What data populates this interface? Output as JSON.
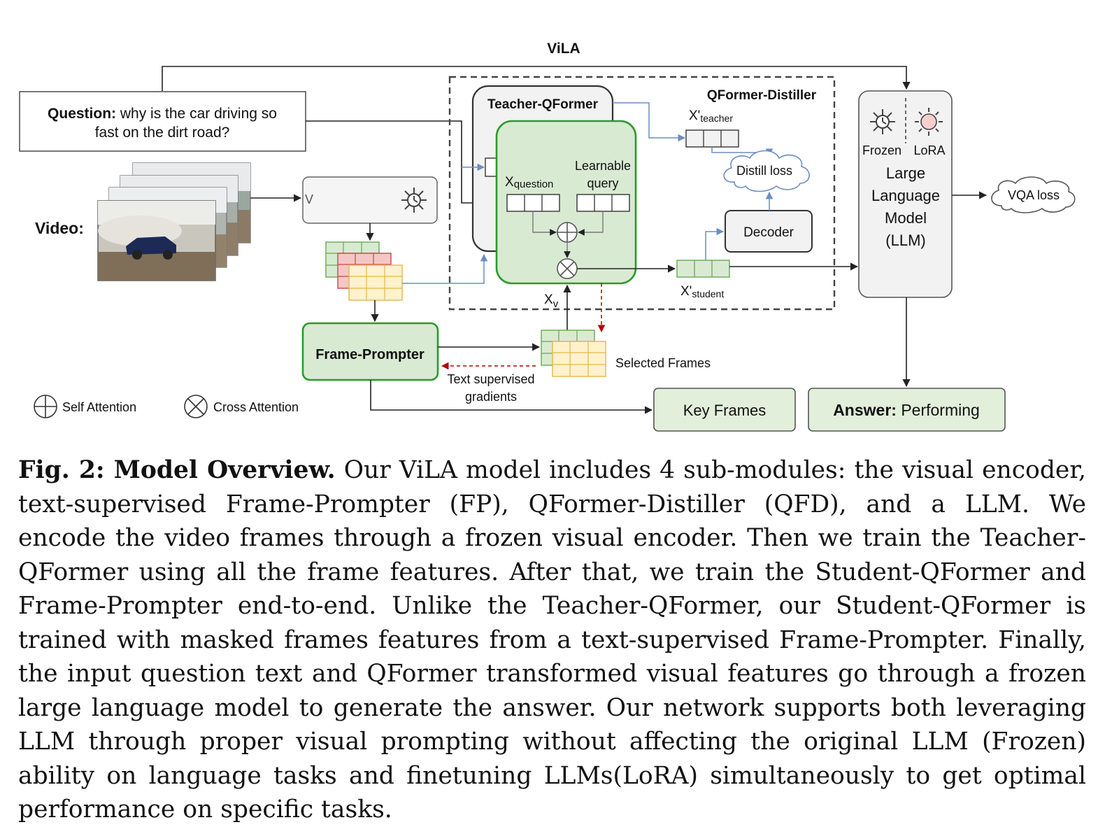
{
  "figure": {
    "vila_label": "ViLA",
    "question_prefix": "Question:",
    "question_line1": " why is the car driving so",
    "question_line2": "fast on the dirt road?",
    "video_label": "Video:",
    "encoder_v_label": "V",
    "teacher_qformer_label": "Teacher-QFormer",
    "qformer_distiller_label": "QFormer-Distiller",
    "x_question_main": "X",
    "x_question_sub": "question",
    "learnable_query_line1": "Learnable",
    "learnable_query_line2": "query",
    "x_teacher_main": "X'",
    "x_teacher_sub": "teacher",
    "distill_loss_label": "Distill loss",
    "decoder_label": "Decoder",
    "x_student_main": "X'",
    "x_student_sub": "student",
    "xv_main": "X",
    "xv_sub": "v",
    "frozen_label": "Frozen",
    "lora_label": "LoRA",
    "llm_line1": "Large",
    "llm_line2": "Language",
    "llm_line3": "Model",
    "llm_line4": "(LLM)",
    "vqa_loss_label": "VQA loss",
    "frame_prompter_label": "Frame-Prompter",
    "selected_frames_label": "Selected Frames",
    "text_supervised_line1": "Text supervised",
    "text_supervised_line2": "gradients",
    "self_attention_label": "Self Attention",
    "cross_attention_label": "Cross Attention",
    "key_frames_label": "Key Frames",
    "answer_prefix": "Answer:",
    "answer_value": " Performing"
  },
  "caption": {
    "lead": "Fig. 2: Model Overview.",
    "text": " Our ViLA model includes 4 sub-modules: the visual encoder, text-supervised Frame-Prompter (FP), QFormer-Distiller (QFD), and a LLM. We encode the video frames through a frozen visual encoder. Then we train the Teacher-QFormer using all the frame features. After that, we train the Student-QFormer and Frame-Prompter end-to-end. Unlike the Teacher-QFormer, our Student-QFormer is trained with masked frames features from a text-supervised Frame-Prompter. Finally, the input question text and QFormer transformed visual features go through a frozen large language model to generate the answer. Our network supports both leveraging LLM through proper visual prompting without affecting the original LLM (Frozen) ability on language tasks and finetuning LLMs(LoRA) simultaneously to get optimal performance on specific tasks."
  },
  "colors": {
    "green_fill": "#d9ead3",
    "green_stroke": "#2b9a2b",
    "red_fill": "#f4c7c7",
    "yellow_fill": "#fff2cc",
    "yellow_stroke": "#e6b54a",
    "blue_arrow": "#6c8ebf",
    "red_arrow": "#b30000",
    "gray_fill": "#f2f2f2",
    "sun_fill": "#f8cecc"
  }
}
